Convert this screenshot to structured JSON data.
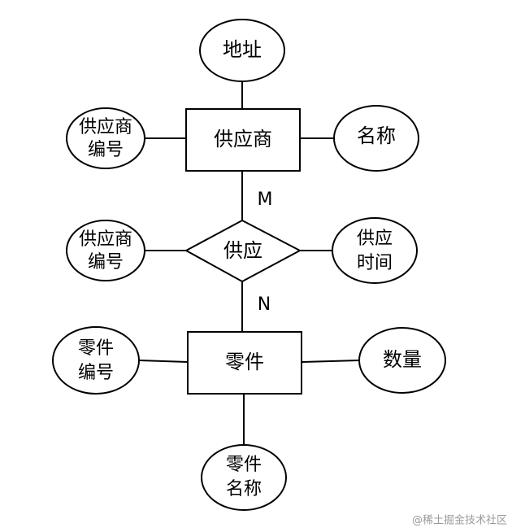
{
  "entities": {
    "supplier": "供应商",
    "part": "零件"
  },
  "relationship": {
    "supply": "供应"
  },
  "attributes": {
    "address": "地址",
    "supplier_id": [
      "供应商",
      "编号"
    ],
    "name": "名称",
    "relation_supplier_id": [
      "供应商",
      "编号"
    ],
    "supply_time": [
      "供应",
      "时间"
    ],
    "part_id": [
      "零件",
      "编号"
    ],
    "quantity": "数量",
    "part_name": [
      "零件",
      "名称"
    ]
  },
  "cardinality": {
    "supplier_side": "M",
    "part_side": "N"
  },
  "watermark": "@稀土掘金技术社区"
}
